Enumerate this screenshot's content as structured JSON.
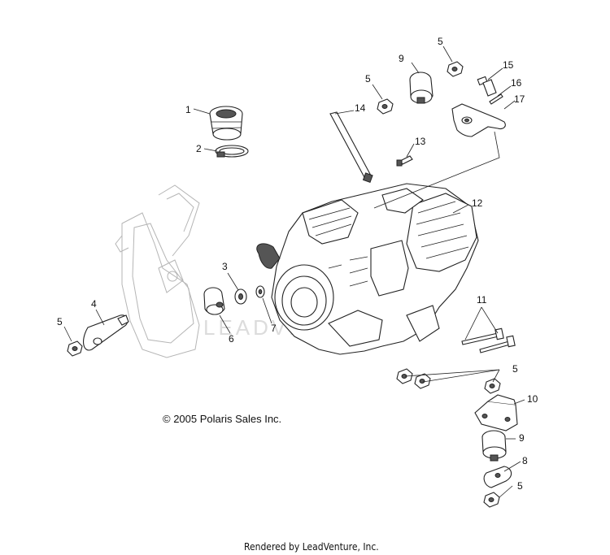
{
  "copyright": "© 2005 Polaris Sales Inc.",
  "footer": "Rendered by LeadVenture, Inc.",
  "watermark": "LEADVENTURE",
  "callouts": [
    {
      "id": "c1",
      "label": "1"
    },
    {
      "id": "c2",
      "label": "2"
    },
    {
      "id": "c3",
      "label": "3"
    },
    {
      "id": "c4",
      "label": "4"
    },
    {
      "id": "c5a",
      "label": "5"
    },
    {
      "id": "c5b",
      "label": "5"
    },
    {
      "id": "c5c",
      "label": "5"
    },
    {
      "id": "c5d",
      "label": "5"
    },
    {
      "id": "c5e",
      "label": "5"
    },
    {
      "id": "c6",
      "label": "6"
    },
    {
      "id": "c7",
      "label": "7"
    },
    {
      "id": "c8",
      "label": "8"
    },
    {
      "id": "c9a",
      "label": "9"
    },
    {
      "id": "c9b",
      "label": "9"
    },
    {
      "id": "c10",
      "label": "10"
    },
    {
      "id": "c11",
      "label": "11"
    },
    {
      "id": "c12",
      "label": "12"
    },
    {
      "id": "c13",
      "label": "13"
    },
    {
      "id": "c14",
      "label": "14"
    },
    {
      "id": "c15",
      "label": "15"
    },
    {
      "id": "c16",
      "label": "16"
    },
    {
      "id": "c17",
      "label": "17"
    }
  ]
}
